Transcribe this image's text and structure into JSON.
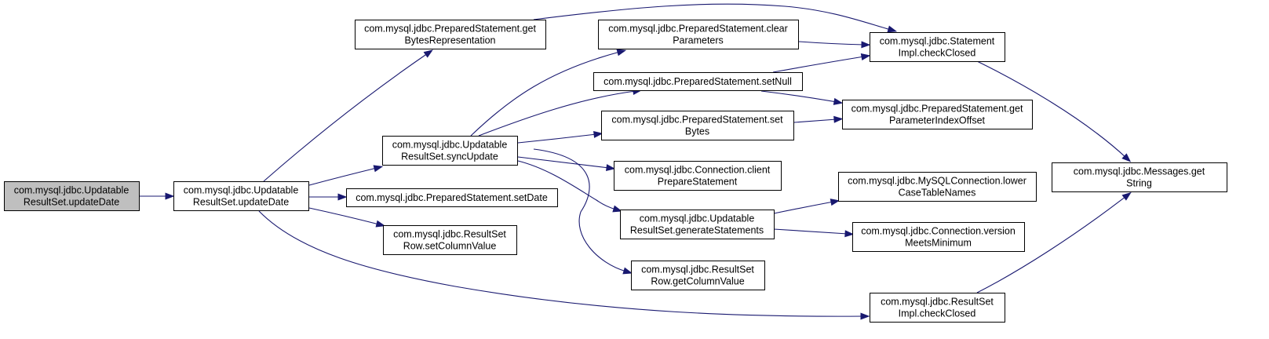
{
  "colors": {
    "edge": "#191970",
    "node_fill": "#ffffff",
    "root_fill": "#bfbfbf",
    "border": "#000000"
  },
  "nodes": [
    {
      "id": "n0",
      "lines": [
        "com.mysql.jdbc.Updatable",
        "ResultSet.updateDate"
      ],
      "root": true
    },
    {
      "id": "n1",
      "lines": [
        "com.mysql.jdbc.Updatable",
        "ResultSet.updateDate"
      ]
    },
    {
      "id": "n2",
      "lines": [
        "com.mysql.jdbc.PreparedStatement.get",
        "BytesRepresentation"
      ]
    },
    {
      "id": "n3",
      "lines": [
        "com.mysql.jdbc.Updatable",
        "ResultSet.syncUpdate"
      ]
    },
    {
      "id": "n4",
      "lines": [
        "com.mysql.jdbc.PreparedStatement.setDate"
      ]
    },
    {
      "id": "n5",
      "lines": [
        "com.mysql.jdbc.ResultSet",
        "Row.setColumnValue"
      ]
    },
    {
      "id": "n6",
      "lines": [
        "com.mysql.jdbc.ResultSet",
        "Impl.checkClosed"
      ]
    },
    {
      "id": "n7",
      "lines": [
        "com.mysql.jdbc.PreparedStatement.clear",
        "Parameters"
      ]
    },
    {
      "id": "n8",
      "lines": [
        "com.mysql.jdbc.PreparedStatement.setNull"
      ]
    },
    {
      "id": "n9",
      "lines": [
        "com.mysql.jdbc.PreparedStatement.set",
        "Bytes"
      ]
    },
    {
      "id": "n10",
      "lines": [
        "com.mysql.jdbc.Connection.client",
        "PrepareStatement"
      ]
    },
    {
      "id": "n11",
      "lines": [
        "com.mysql.jdbc.Updatable",
        "ResultSet.generateStatements"
      ]
    },
    {
      "id": "n12",
      "lines": [
        "com.mysql.jdbc.ResultSet",
        "Row.getColumnValue"
      ]
    },
    {
      "id": "n13",
      "lines": [
        "com.mysql.jdbc.Statement",
        "Impl.checkClosed"
      ]
    },
    {
      "id": "n14",
      "lines": [
        "com.mysql.jdbc.PreparedStatement.get",
        "ParameterIndexOffset"
      ]
    },
    {
      "id": "n15",
      "lines": [
        "com.mysql.jdbc.MySQLConnection.lower",
        "CaseTableNames"
      ]
    },
    {
      "id": "n16",
      "lines": [
        "com.mysql.jdbc.Connection.version",
        "MeetsMinimum"
      ]
    },
    {
      "id": "n17",
      "lines": [
        "com.mysql.jdbc.Messages.get",
        "String"
      ]
    }
  ],
  "edges": [
    {
      "from": "n0",
      "to": "n1"
    },
    {
      "from": "n1",
      "to": "n2"
    },
    {
      "from": "n1",
      "to": "n3"
    },
    {
      "from": "n1",
      "to": "n4"
    },
    {
      "from": "n1",
      "to": "n5"
    },
    {
      "from": "n1",
      "to": "n6"
    },
    {
      "from": "n2",
      "to": "n13"
    },
    {
      "from": "n3",
      "to": "n7"
    },
    {
      "from": "n3",
      "to": "n8"
    },
    {
      "from": "n3",
      "to": "n9"
    },
    {
      "from": "n3",
      "to": "n10"
    },
    {
      "from": "n3",
      "to": "n11"
    },
    {
      "from": "n3",
      "to": "n12"
    },
    {
      "from": "n7",
      "to": "n13"
    },
    {
      "from": "n8",
      "to": "n13"
    },
    {
      "from": "n8",
      "to": "n14"
    },
    {
      "from": "n9",
      "to": "n14"
    },
    {
      "from": "n11",
      "to": "n15"
    },
    {
      "from": "n11",
      "to": "n16"
    },
    {
      "from": "n13",
      "to": "n17"
    },
    {
      "from": "n6",
      "to": "n17"
    }
  ]
}
